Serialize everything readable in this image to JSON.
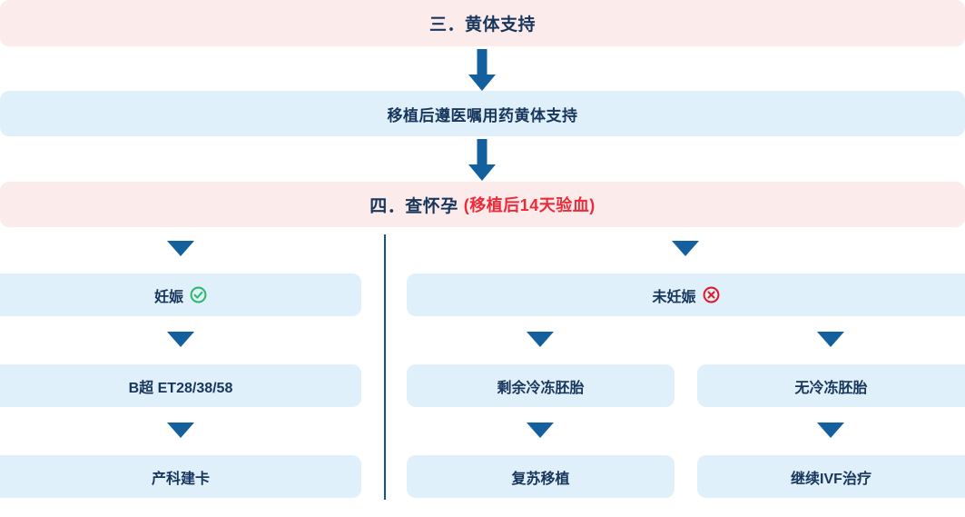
{
  "flow": {
    "colors": {
      "banner_pink_bg": "#fcebeb",
      "node_blue_bg": "#e0f0fa",
      "text_navy": "#17365c",
      "arrow_blue": "#14609f",
      "accent_red": "#ec2b3a",
      "accent_green": "#2eba6a",
      "divider_blue": "#13558f"
    },
    "sections": [
      {
        "id": "section-3",
        "label": "三．黄体支持",
        "style": "pink"
      },
      {
        "id": "section-4",
        "label": "四．查怀孕",
        "note": "(移植后14天验血)",
        "style": "pink"
      }
    ],
    "nodes": {
      "luteal_support": "移植后遵医嘱用药黄体支持",
      "pregnant": "妊娠",
      "not_pregnant": "未妊娠",
      "ultrasound": "B超 ET28/38/58",
      "frozen_embryos_left": "剩余冷冻胚胎",
      "no_frozen_embryos": "无冷冻胚胎",
      "obstetric_record": "产科建卡",
      "thaw_transfer": "复苏移植",
      "continue_ivf": "继续IVF治疗"
    },
    "icons": {
      "pregnant_status": "circle-check-icon",
      "not_pregnant_status": "circle-x-icon"
    }
  }
}
